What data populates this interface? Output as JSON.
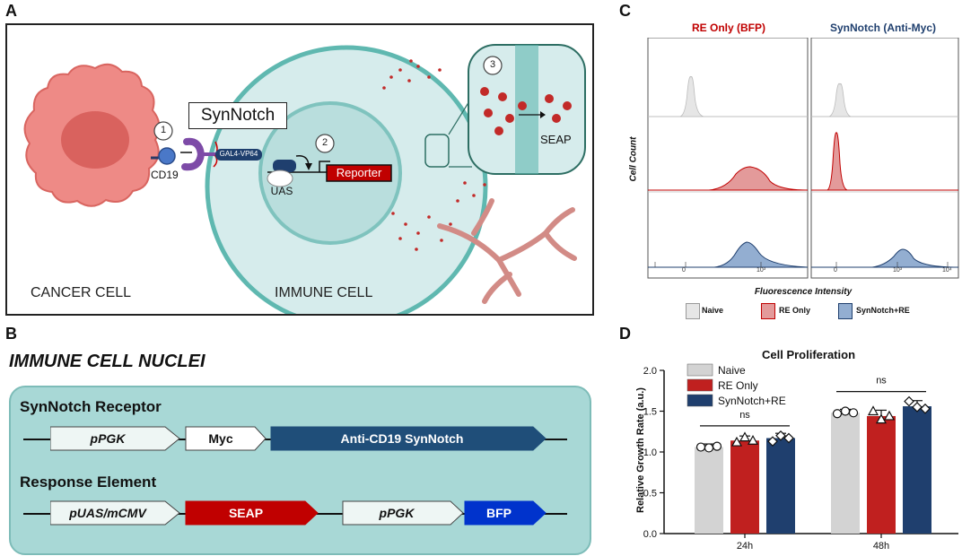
{
  "panels": {
    "a": "A",
    "b": "B",
    "c": "C",
    "d": "D"
  },
  "panelA": {
    "synnotch_box": "SynNotch",
    "gal4": "GAL4-VP64",
    "reporter": "Reporter",
    "uas": "UAS",
    "cd19": "CD19",
    "seap": "SEAP",
    "cancer_cell": "CANCER CELL",
    "immune_cell": "IMMUNE CELL",
    "step1": "1",
    "step2": "2",
    "step3": "3"
  },
  "panelB": {
    "title": "IMMUNE CELL NUCLEI",
    "receptor_title": "SynNotch Receptor",
    "response_title": "Response Element",
    "ppgk1": "pPGK",
    "myc": "Myc",
    "anti_cd19": "Anti-CD19 SynNotch",
    "puas": "pUAS/mCMV",
    "seap": "SEAP",
    "ppgk2": "pPGK",
    "bfp": "BFP",
    "colors": {
      "background": "#a8d8d6",
      "promoter": "#eef6f4",
      "myc": "#ffffff",
      "synnotch": "#1f4e79",
      "seap": "#c00000",
      "bfp": "#0033cc"
    }
  },
  "panelC": {
    "col1_title": "RE Only (BFP)",
    "col2_title": "SynNotch (Anti-Myc)",
    "ylabel": "Cell Count",
    "xlabel": "Fluorescence Intensity",
    "legend": [
      "Naive",
      "RE Only",
      "SynNotch+RE"
    ],
    "legend_colors": [
      "#e6e6e6",
      "#e39a9a",
      "#93aed1"
    ],
    "tick_labels_col1": [
      "0",
      "10³"
    ],
    "tick_labels_col2": [
      "0",
      "10³",
      "10⁴"
    ]
  },
  "chart_data": {
    "type": "bar",
    "title": "Cell Proliferation",
    "ylabel": "Relative Growth Rate (a.u.)",
    "xlabel": "",
    "ylim": [
      0,
      2.0
    ],
    "yticks": [
      "0.0",
      "0.5",
      "1.0",
      "1.5",
      "2.0"
    ],
    "categories": [
      "24h",
      "48h"
    ],
    "series": [
      {
        "name": "Naive",
        "color": "#d3d3d3",
        "values": [
          1.06,
          1.48
        ],
        "points": [
          [
            1.06,
            1.05,
            1.07
          ],
          [
            1.47,
            1.5,
            1.48
          ]
        ]
      },
      {
        "name": "RE Only",
        "color": "#c0201f",
        "values": [
          1.14,
          1.44
        ],
        "points": [
          [
            1.12,
            1.18,
            1.14
          ],
          [
            1.5,
            1.4,
            1.44
          ]
        ]
      },
      {
        "name": "SynNotch+RE",
        "color": "#1f3f6e",
        "values": [
          1.17,
          1.56
        ],
        "points": [
          [
            1.13,
            1.2,
            1.17
          ],
          [
            1.62,
            1.55,
            1.53
          ]
        ]
      }
    ],
    "annotations": [
      "ns",
      "ns"
    ],
    "legend_position": "top-left"
  }
}
